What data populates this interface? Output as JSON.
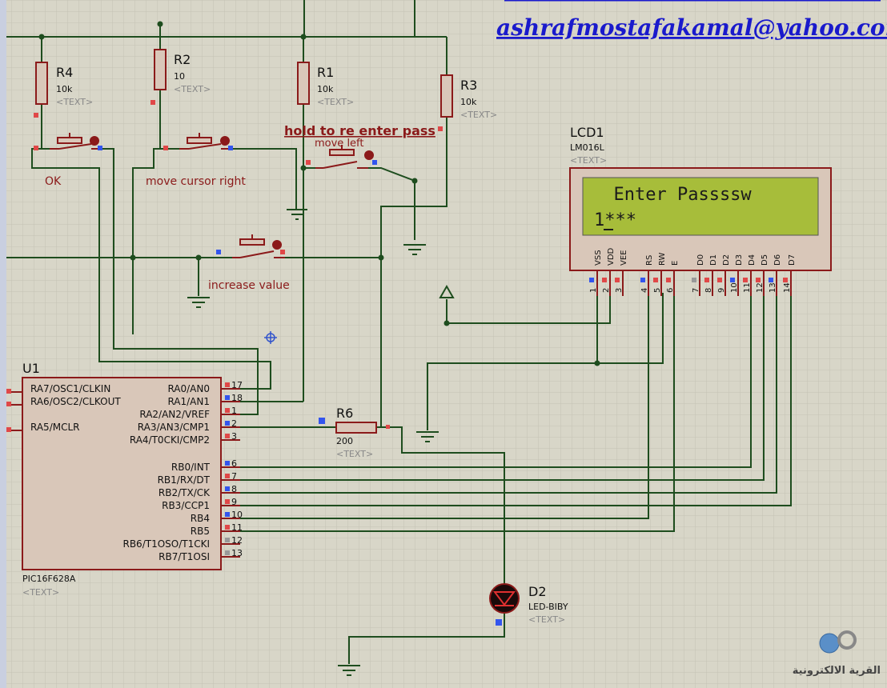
{
  "header": {
    "email": "ashrafmostafakamal@yahoo.com"
  },
  "resistors": [
    {
      "ref": "R4",
      "value": "10k",
      "text": "<TEXT>"
    },
    {
      "ref": "R2",
      "value": "10",
      "text": "<TEXT>"
    },
    {
      "ref": "R1",
      "value": "10k",
      "text": "<TEXT>"
    },
    {
      "ref": "R3",
      "value": "10k",
      "text": "<TEXT>"
    },
    {
      "ref": "R6",
      "value": "200",
      "text": "<TEXT>"
    }
  ],
  "buttons": [
    {
      "label": "OK"
    },
    {
      "label": "move cursor right"
    },
    {
      "label": "move left"
    },
    {
      "label": "hold to re enter pass"
    },
    {
      "label": "increase value"
    }
  ],
  "lcd": {
    "ref": "LCD1",
    "model": "LM016L",
    "text": "<TEXT>",
    "line1": "  Enter Passssw",
    "line2": "1***",
    "pins": [
      {
        "name": "VSS",
        "num": "1"
      },
      {
        "name": "VDD",
        "num": "2"
      },
      {
        "name": "VEE",
        "num": "3"
      },
      {
        "name": "RS",
        "num": "4"
      },
      {
        "name": "RW",
        "num": "5"
      },
      {
        "name": "E",
        "num": "6"
      },
      {
        "name": "D0",
        "num": "7"
      },
      {
        "name": "D1",
        "num": "8"
      },
      {
        "name": "D2",
        "num": "9"
      },
      {
        "name": "D3",
        "num": "10"
      },
      {
        "name": "D4",
        "num": "11"
      },
      {
        "name": "D5",
        "num": "12"
      },
      {
        "name": "D6",
        "num": "13"
      },
      {
        "name": "D7",
        "num": "14"
      }
    ],
    "colors": {
      "screen": "#a7bd3a",
      "frame": "#d9c7b9",
      "text": "#1b1b1b"
    }
  },
  "mcu": {
    "ref": "U1",
    "model": "PIC16F628A",
    "text": "<TEXT>",
    "left_pins": [
      "RA7/OSC1/CLKIN",
      "RA6/OSC2/CLKOUT",
      "RA5/MCLR"
    ],
    "right_pins": [
      {
        "name": "RA0/AN0",
        "num": "17"
      },
      {
        "name": "RA1/AN1",
        "num": "18"
      },
      {
        "name": "RA2/AN2/VREF",
        "num": "1"
      },
      {
        "name": "RA3/AN3/CMP1",
        "num": "2"
      },
      {
        "name": "RA4/T0CKI/CMP2",
        "num": "3"
      },
      {
        "name": "RB0/INT",
        "num": "6"
      },
      {
        "name": "RB1/RX/DT",
        "num": "7"
      },
      {
        "name": "RB2/TX/CK",
        "num": "8"
      },
      {
        "name": "RB3/CCP1",
        "num": "9"
      },
      {
        "name": "RB4",
        "num": "10"
      },
      {
        "name": "RB5",
        "num": "11"
      },
      {
        "name": "RB6/T1OSO/T1CKI",
        "num": "12"
      },
      {
        "name": "RB7/T1OSI",
        "num": "13"
      }
    ]
  },
  "led": {
    "ref": "D2",
    "model": "LED-BIBY",
    "text": "<TEXT>"
  },
  "watermark": {
    "text": "القرية الالكترونية"
  },
  "colors": {
    "wire": "#1e4d1e",
    "part": "#8b1a1a",
    "label": "#8b1a1a",
    "email": "#1a1acc",
    "grid": "#c4c2b4",
    "body_fill": "#d9c7b9"
  }
}
